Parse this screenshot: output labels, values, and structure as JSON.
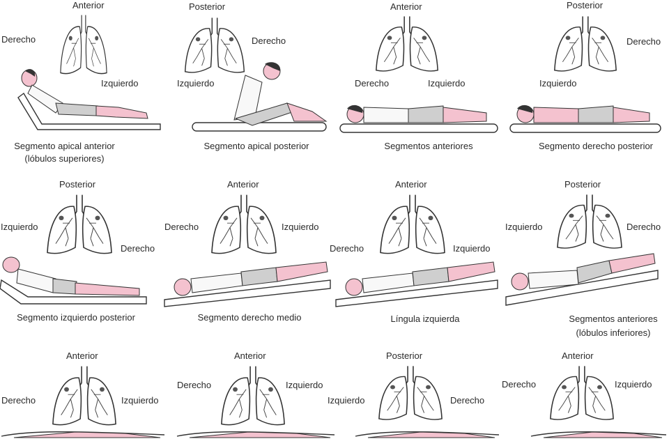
{
  "panels": [
    {
      "name": "panel-apical-anterior",
      "top": "Anterior",
      "left": "Derecho",
      "right": "Izquierdo",
      "caption1": "Segmento apical anterior",
      "caption2": "(lóbulos superiores)"
    },
    {
      "name": "panel-apical-posterior",
      "top": "Posterior",
      "left": "Izquierdo",
      "right": "Derecho",
      "caption1": "Segmento apical posterior",
      "caption2": ""
    },
    {
      "name": "panel-anteriores",
      "top": "Anterior",
      "left": "Derecho",
      "right": "Izquierdo",
      "caption1": "Segmentos anteriores",
      "caption2": ""
    },
    {
      "name": "panel-derecho-posterior",
      "top": "Posterior",
      "left": "Izquierdo",
      "right": "Derecho",
      "caption1": "Segmento derecho posterior",
      "caption2": ""
    },
    {
      "name": "panel-izquierdo-posterior",
      "top": "Posterior",
      "left": "Izquierdo",
      "right": "Derecho",
      "caption1": "Segmento izquierdo posterior",
      "caption2": ""
    },
    {
      "name": "panel-derecho-medio",
      "top": "Anterior",
      "left": "Derecho",
      "right": "Izquierdo",
      "caption1": "Segmento derecho medio",
      "caption2": ""
    },
    {
      "name": "panel-lingula",
      "top": "Anterior",
      "left": "Derecho",
      "right": "Izquierdo",
      "caption1": "Língula izquierda",
      "caption2": ""
    },
    {
      "name": "panel-anteriores-inferiores",
      "top": "Posterior",
      "left": "Izquierdo",
      "right": "Derecho",
      "caption1": "Segmentos anteriores",
      "caption2": "(lóbulos inferiores)"
    },
    {
      "name": "panel-row3-1",
      "top": "Anterior",
      "left": "Derecho",
      "right": "Izquierdo",
      "caption1": "",
      "caption2": ""
    },
    {
      "name": "panel-row3-2",
      "top": "Anterior",
      "left": "Derecho",
      "right": "Izquierdo",
      "caption1": "",
      "caption2": ""
    },
    {
      "name": "panel-row3-3",
      "top": "Posterior",
      "left": "Izquierdo",
      "right": "Derecho",
      "caption1": "",
      "caption2": ""
    },
    {
      "name": "panel-row3-4",
      "top": "Anterior",
      "left": "Derecho",
      "right": "Izquierdo",
      "caption1": "",
      "caption2": ""
    }
  ],
  "colors": {
    "skin": "#f4c2cf",
    "outline": "#333333",
    "shirt": "#f8f8f8",
    "shorts": "#cfcfcf",
    "table": "#ffffff"
  }
}
